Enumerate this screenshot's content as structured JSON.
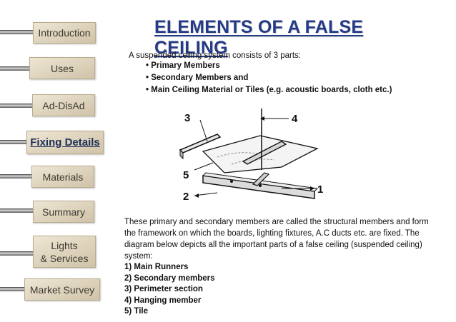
{
  "sidebar": {
    "items": [
      {
        "label": "Introduction",
        "active": false
      },
      {
        "label": "Uses",
        "active": false
      },
      {
        "label": "Ad-DisAd",
        "active": false
      },
      {
        "label": "Fixing Details",
        "active": true
      },
      {
        "label": "Materials",
        "active": false
      },
      {
        "label": "Summary",
        "active": false
      },
      {
        "label": "Lights",
        "label2": "& Services",
        "active": false
      },
      {
        "label": "Market Survey",
        "active": false
      }
    ]
  },
  "title": "ELEMENTS OF A FALSE CEILING",
  "intro": "A suspended ceiling system consists of 3 parts:",
  "bullets": [
    "Primary Members",
    "Secondary Members and",
    "Main Ceiling Material or Tiles (e.g. acoustic boards, cloth etc.)"
  ],
  "diagram": {
    "labels": [
      "3",
      "4",
      "5",
      "1",
      "2"
    ]
  },
  "paragraph": "These primary and secondary members are called the structural members and form the framework on which the boards, lighting fixtures, A.C ducts etc. are fixed. The diagram below depicts all the important parts of a false ceiling (suspended ceiling) system:",
  "parts": [
    "1) Main Runners",
    "2) Secondary members",
    "3) Perimeter section",
    "4) Hanging member",
    "5) Tile"
  ]
}
